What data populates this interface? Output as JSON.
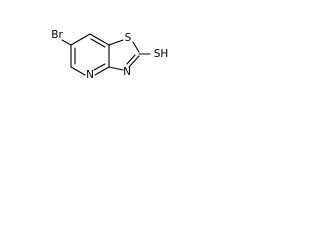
{
  "molecule": {
    "atoms": {
      "br": {
        "label": "Br"
      },
      "n_pyridine": {
        "label": "N"
      },
      "n_thiazole": {
        "label": "N"
      },
      "s_ring": {
        "label": "S"
      },
      "sh": {
        "label": "SH"
      }
    },
    "colors": {
      "bond": "#000000",
      "label": "#000000",
      "background": "#ffffff"
    }
  }
}
